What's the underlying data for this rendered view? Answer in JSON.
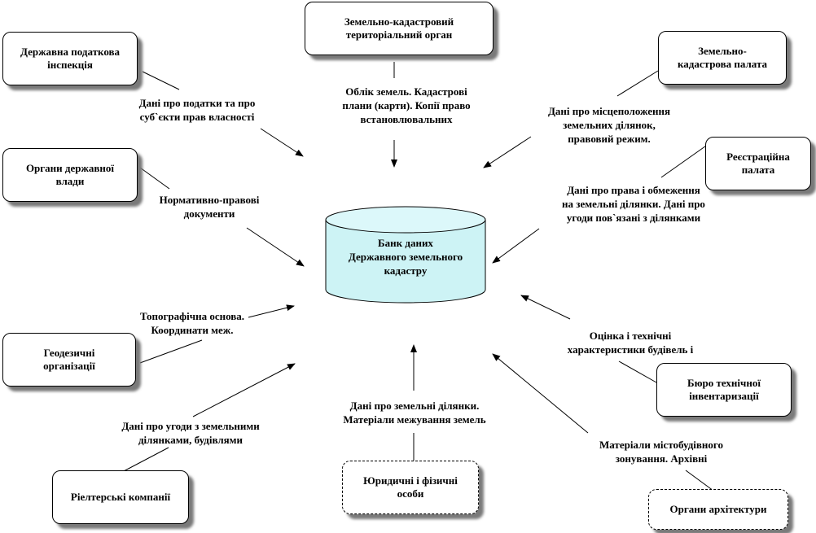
{
  "diagram": {
    "center": "Банк даних\nДержавного земельного\nкадастру",
    "nodes": {
      "tax": "Державна податкова\nінспекція",
      "territorial": "Земельно-кадастровий\nтериторіальний орган",
      "chamber": "Земельно-\nкадастрова палата",
      "authorities": "Органи державної\nвлади",
      "registration": "Реєстраційна\nпалата",
      "geodetic": "Геодезичні\nорганізації",
      "bti": "Бюро технічної\nінвентаризації",
      "realtors": "Ріелтерські  компанії",
      "persons": "Юридичні і фізичні\nособи",
      "architecture": "Органи архітектури"
    },
    "labels": {
      "tax": "Дані про податки та про\nсуб`єкти прав власності",
      "territorial": "Облік земель. Кадастрові\nплани (карти). Копії право\nвстановлювальних",
      "chamber": "Дані про місцеположення\nземельних ділянок,\nправовий режим.",
      "authorities": "Нормативно-правові\nдокументи",
      "registration": "Дані про права і обмеження\nна земельні ділянки. Дані про\nугоди пов`язані з ділянками",
      "geodetic": "Топографічна  основа.\nКоординати меж.",
      "bti": "Оцінка і технічні\nхарактеристики будівель і",
      "realtors": "Дані про угоди з земельними\nділянками, будівлями",
      "persons": "Дані про земельні ділянки.\nМатеріали межування земель",
      "architecture": "Матеріали містобудівного\nзонування. Архівні"
    }
  }
}
